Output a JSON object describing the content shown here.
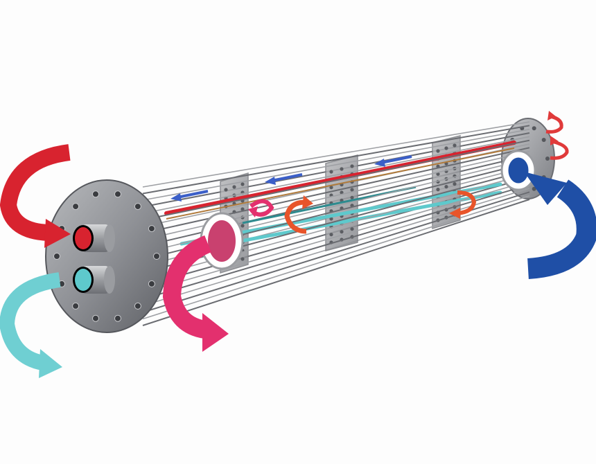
{
  "diagram": {
    "kind": "shell-and-tube heat exchanger",
    "components": [
      "front-tube-sheet",
      "rear-tube-sheet",
      "tube-bundle",
      "baffle",
      "hot-inlet-port",
      "cold-inlet-port",
      "shell-outlet-port",
      "shell-inlet-port"
    ],
    "baffle_count": 3,
    "colors": {
      "hot": "#d8232f",
      "cold": "#5ec9cc",
      "shell_outlet": "#e3306e",
      "shell_inlet": "#1f4fa6",
      "counterflow": "#3b5fc8",
      "metal": "#8f9196",
      "metal_dark": "#5a5c61"
    }
  }
}
